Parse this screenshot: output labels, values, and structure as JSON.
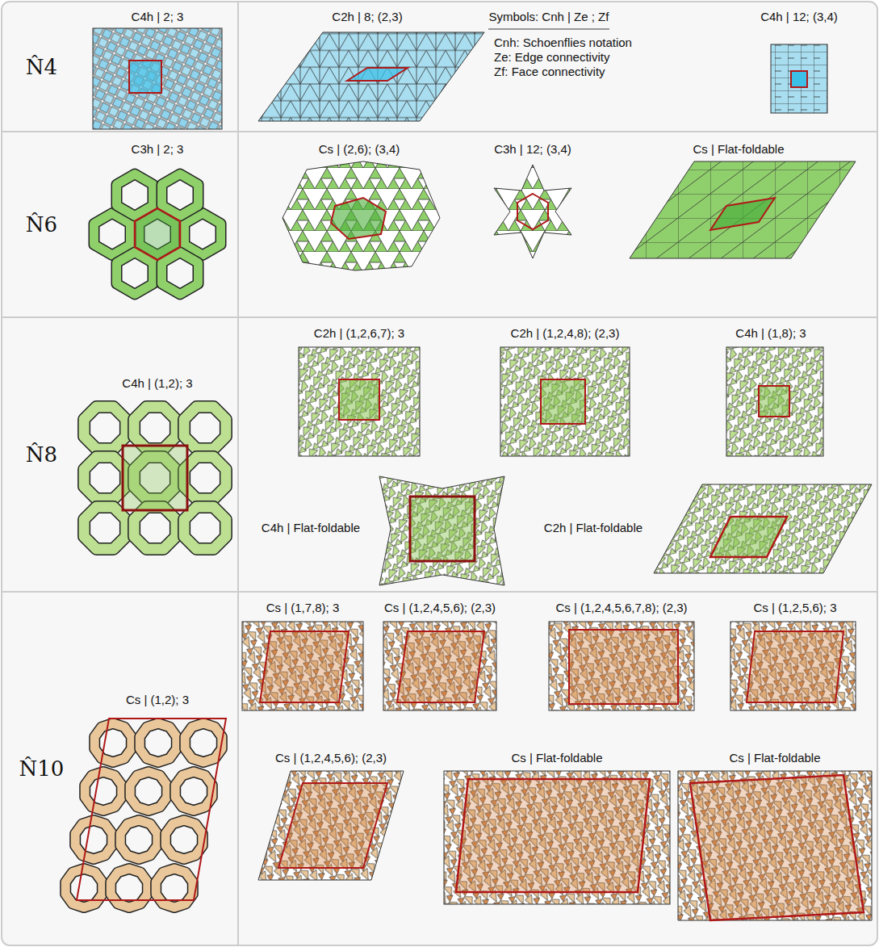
{
  "diagram": {
    "nodes": [
      {
        "text": [
          "N̂4"
        ]
      },
      {
        "text": [
          "N̂6"
        ]
      },
      {
        "text": [
          "N̂8"
        ]
      },
      {
        "text": [
          "N̂10"
        ]
      }
    ],
    "labels": [
      "C4h | 2; 3",
      "C2h | 8; (2,3)",
      "Symbols: Cnh | Ze ; Zf",
      "Cnh: Schoenflies notation",
      "Ze: Edge connectivity",
      "Zf: Face connectivity",
      "C4h | 12; (3,4)",
      "C3h | 2; 3",
      "Cs | (2,6); (3,4)",
      "C3h | 12; (3,4)",
      "Cs | Flat-foldable",
      "C4h | (1,2); 3",
      "C2h | (1,2,6,7); 3",
      "C2h | (1,2,4,8); (2,3)",
      "C4h | (1,8); 3",
      "C4h | Flat-foldable",
      "C2h | Flat-foldable",
      "Cs | (1,2); 3",
      "Cs | (1,7,8); 3",
      "Cs | (1,2,4,5,6); (2,3)",
      "Cs | (1,2,4,5,6,7,8); (2,3)",
      "Cs | (1,2,5,6); 3",
      "Cs | (1,2,4,5,6); (2,3)",
      "Cs | Flat-foldable",
      "Cs | Flat-foldable"
    ]
  }
}
